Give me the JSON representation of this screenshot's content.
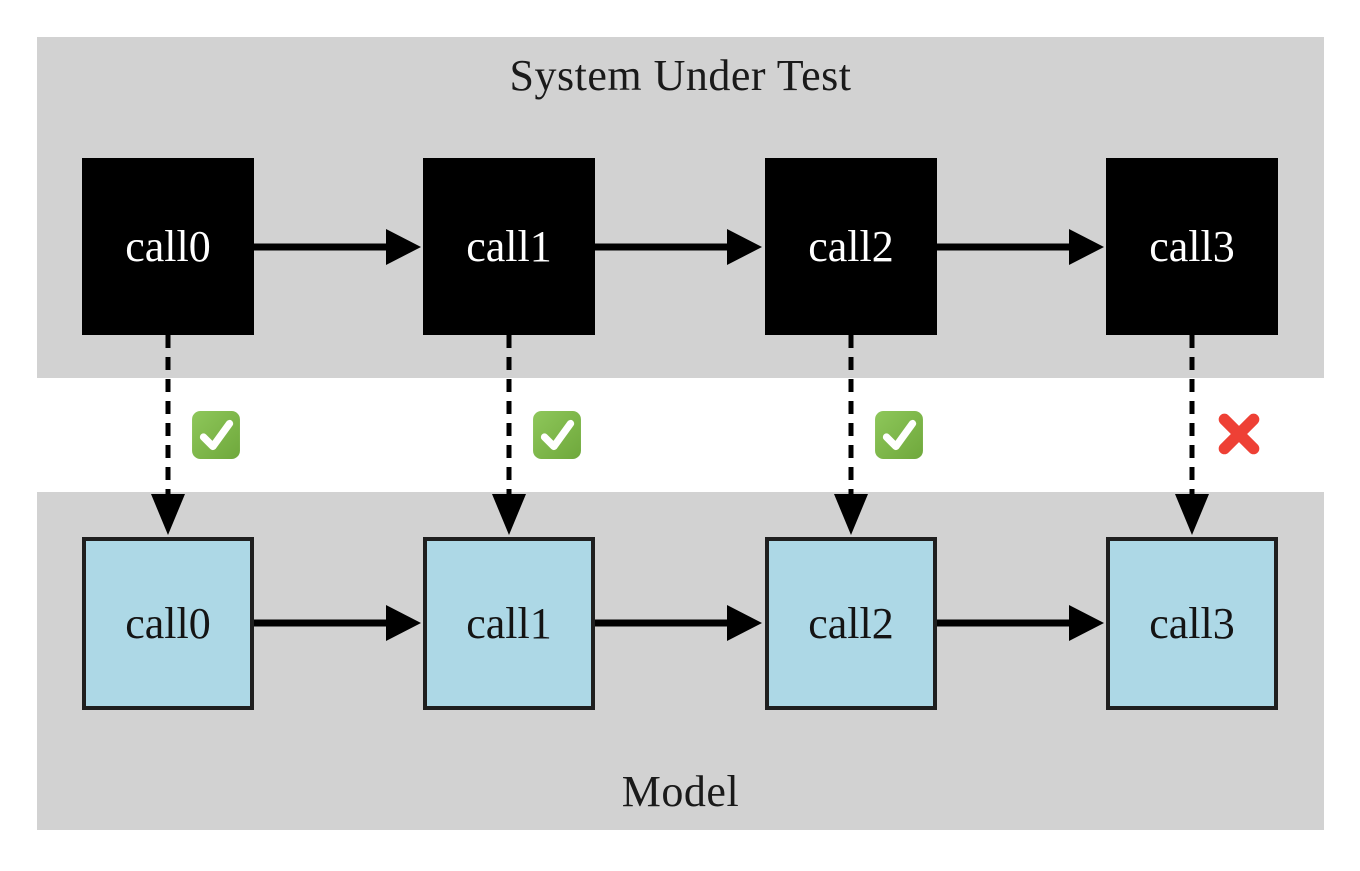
{
  "diagram": {
    "sut": {
      "title": "System Under Test",
      "nodes": [
        {
          "label": "call0"
        },
        {
          "label": "call1"
        },
        {
          "label": "call2"
        },
        {
          "label": "call3"
        }
      ]
    },
    "model": {
      "title": "Model",
      "nodes": [
        {
          "label": "call0"
        },
        {
          "label": "call1"
        },
        {
          "label": "call2"
        },
        {
          "label": "call3"
        }
      ]
    },
    "verdicts": [
      {
        "step": "call0",
        "result": "pass",
        "icon": "check-icon"
      },
      {
        "step": "call1",
        "result": "pass",
        "icon": "check-icon"
      },
      {
        "step": "call2",
        "result": "pass",
        "icon": "check-icon"
      },
      {
        "step": "call3",
        "result": "fail",
        "icon": "cross-icon"
      }
    ],
    "colors": {
      "band_background": "#d2d2d2",
      "sut_node_fill": "#000000",
      "sut_node_text": "#ffffff",
      "model_node_fill": "#add8e6",
      "model_node_border": "#1f1f1f",
      "model_node_text": "#141414",
      "arrow": "#000000",
      "pass_green": "#7cb94e",
      "fail_red": "#ee4035"
    }
  }
}
